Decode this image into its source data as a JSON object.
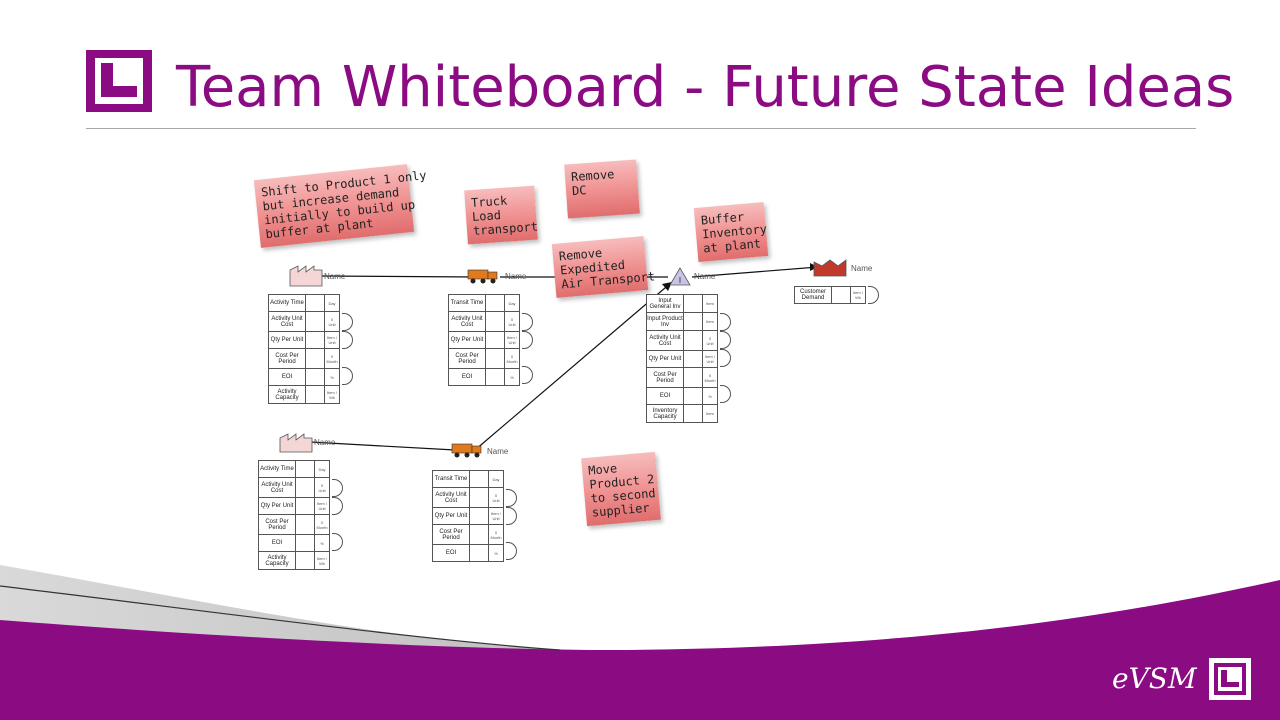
{
  "slide": {
    "title": "Team Whiteboard - Future State Ideas",
    "footer_brand": "eVSM"
  },
  "colors": {
    "title": "#8b0b82",
    "footer_band": "#8b0b82",
    "note_fill": "#ef8f8f"
  },
  "notes": [
    "Shift to Product 1 only\nbut increase demand\ninitially to build up\nbuffer at plant",
    "Truck\nLoad\ntransport",
    "Remove\nDC",
    "Remove\nExpedited\nAir Transport",
    "Buffer\nInventory\nat plant",
    "Move\nProduct 2\nto second\nsupplier"
  ],
  "name_label": "Name",
  "activity_box": {
    "rows": [
      {
        "label": "Activity Time",
        "unit": "Day"
      },
      {
        "label": "Activity Unit Cost",
        "val": "0",
        "unit": "Unit"
      },
      {
        "label": "Qty Per Unit",
        "unit": "Item / Unit"
      },
      {
        "label": "Cost Per Period",
        "val": "0",
        "unit": "Month"
      },
      {
        "label": "EOI",
        "unit": "%"
      },
      {
        "label": "Activity Capacity",
        "unit": "Item / Wk"
      }
    ]
  },
  "transport_box": {
    "rows": [
      {
        "label": "Transit Time",
        "unit": "Day"
      },
      {
        "label": "Activity Unit Cost",
        "val": "0",
        "unit": "Unit"
      },
      {
        "label": "Qty Per Unit",
        "unit": "Item / Unit"
      },
      {
        "label": "Cost Per Period",
        "val": "0",
        "unit": "Month"
      },
      {
        "label": "EOI",
        "unit": "%"
      }
    ]
  },
  "inventory_box": {
    "rows": [
      {
        "label": "Input General Inv",
        "unit": "Item"
      },
      {
        "label": "Input Product Inv",
        "unit": "Item"
      },
      {
        "label": "Activity Unit Cost",
        "val": "0",
        "unit": "Unit"
      },
      {
        "label": "Qty Per Unit",
        "unit": "Item / Unit"
      },
      {
        "label": "Cost Per Period",
        "val": "0",
        "unit": "Month"
      },
      {
        "label": "EOI",
        "unit": "%"
      },
      {
        "label": "Inventory Capacity",
        "unit": "Item"
      }
    ]
  },
  "customer_box": {
    "label": "Customer Demand",
    "unit": "Item / Wk"
  },
  "inventory_icon_label": "I"
}
